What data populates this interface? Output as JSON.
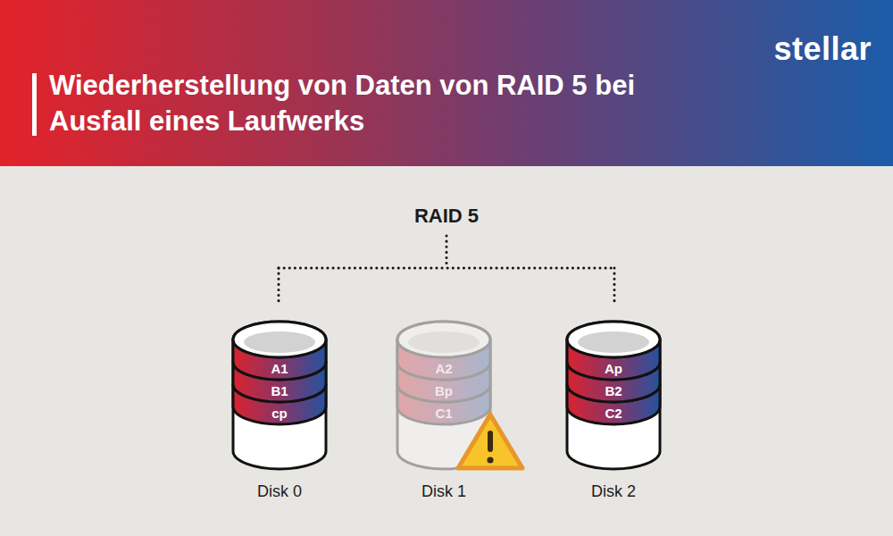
{
  "diagram": {
    "title": "Wiederherstellung von Daten von RAID 5 bei Ausfall eines Laufwerks",
    "nodes": [
      {
        "text": [
          "A1",
          "B1",
          "cp",
          "Disk 0"
        ]
      },
      {
        "text": [
          "A2",
          "Bp",
          "C1",
          "Disk 1"
        ]
      },
      {
        "text": [
          "Ap",
          "B2",
          "C2",
          "Disk 2"
        ]
      }
    ],
    "labels": [
      "stellar",
      "RAID 5"
    ]
  }
}
